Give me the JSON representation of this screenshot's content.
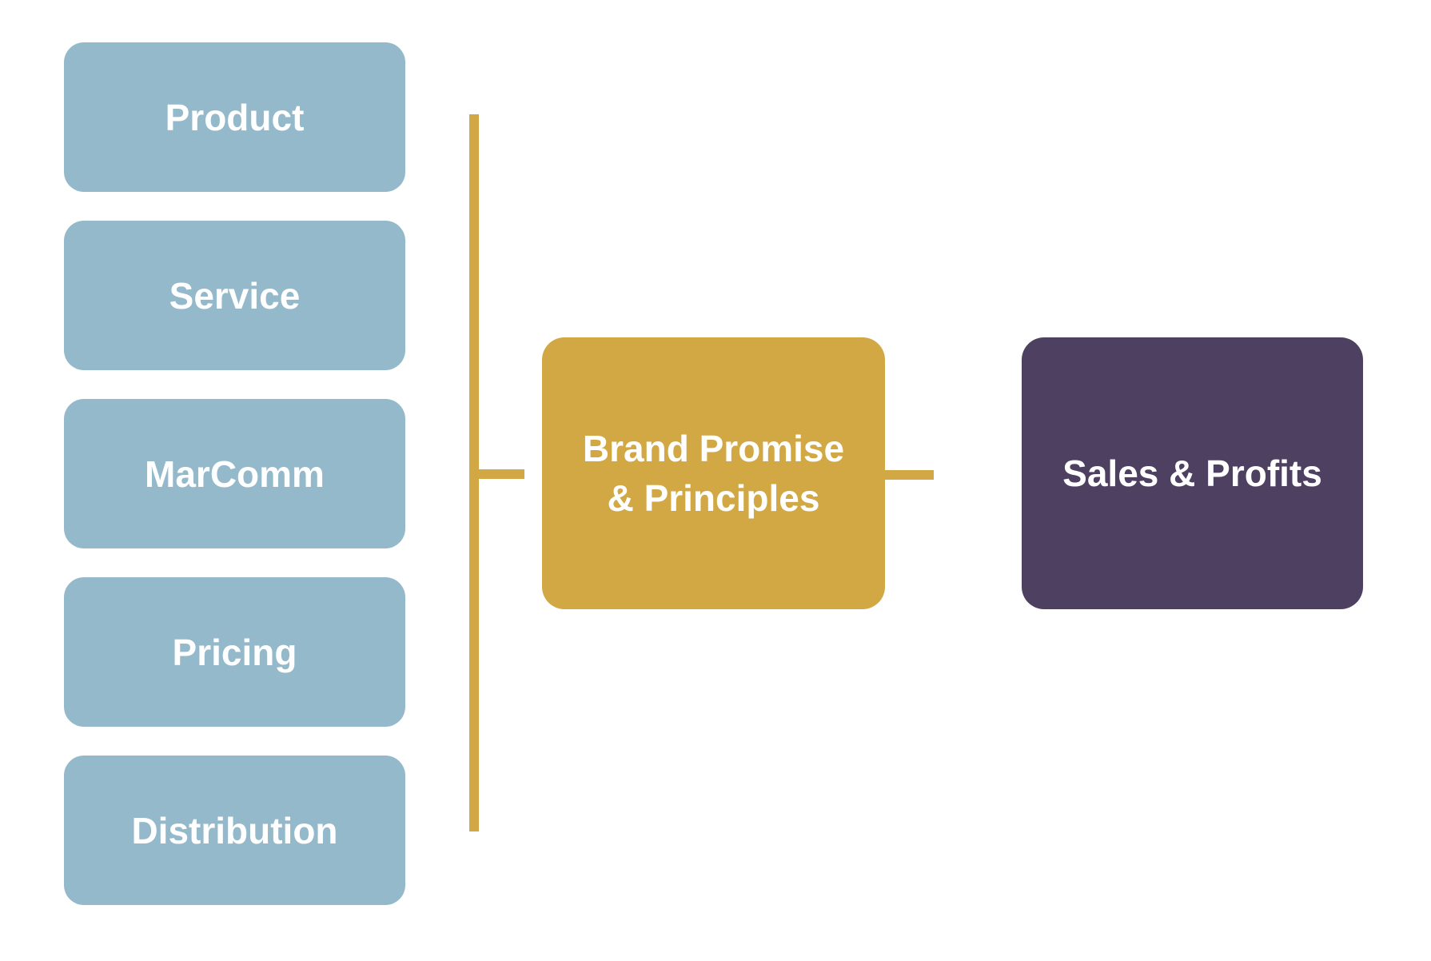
{
  "diagram": {
    "title_hint": "brand-strategy-flow",
    "colors": {
      "input_box": "#93B9CB",
      "center_box": "#D2A845",
      "result_box": "#4D4060",
      "connector": "#D2A845",
      "label_text": "#FFFFFF",
      "background": "#FFFFFF"
    },
    "inputs": [
      {
        "label": "Product"
      },
      {
        "label": "Service"
      },
      {
        "label": "MarComm"
      },
      {
        "label": "Pricing"
      },
      {
        "label": "Distribution"
      }
    ],
    "center": {
      "label": "Brand Promise\n& Principles"
    },
    "result": {
      "label": "Sales & Profits"
    }
  }
}
